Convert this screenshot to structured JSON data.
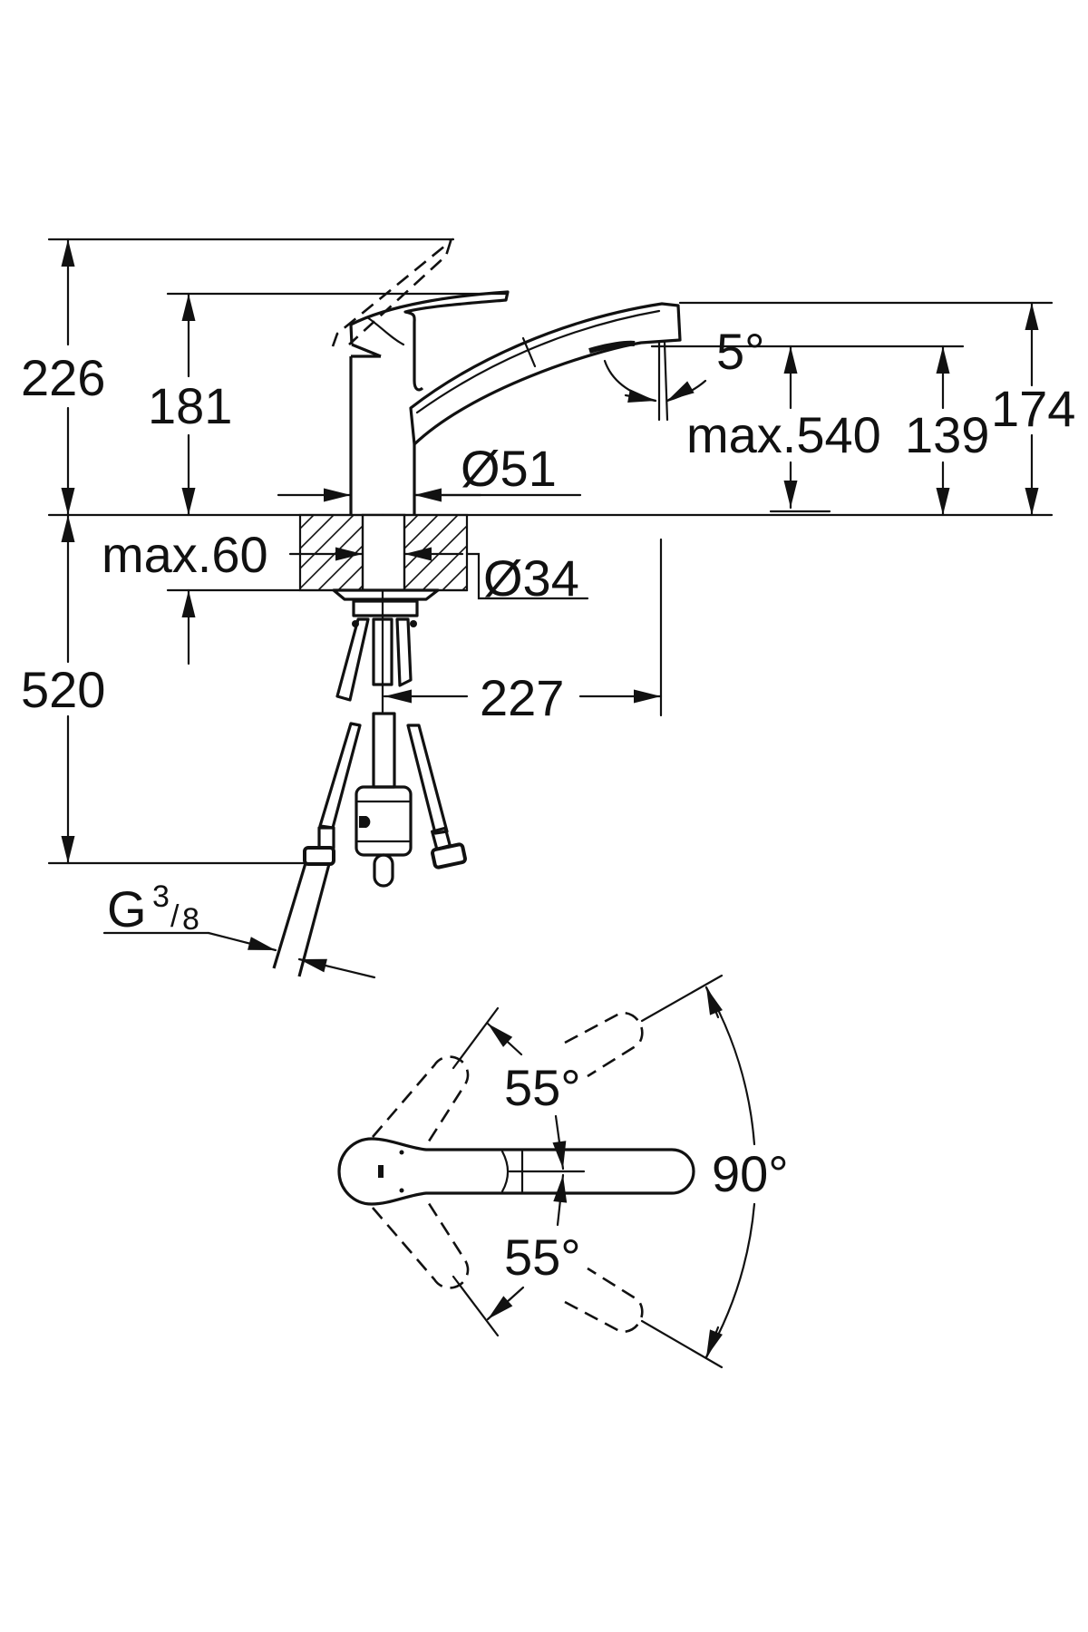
{
  "side_view": {
    "height_lever_raised": "226",
    "height_lever": "181",
    "height_spout_top": "174",
    "height_outlet": "139",
    "pull_out_length": "max.540",
    "spray_angle": "5°",
    "body_diameter": "Ø51",
    "counter_thickness": "max.60",
    "hole_diameter": "Ø34",
    "hose_length": "520",
    "spout_reach": "227",
    "connection_thread": {
      "letter": "G",
      "numerator": "3",
      "slash": "/",
      "denominator": "8"
    }
  },
  "top_view": {
    "angle_left": "55°",
    "angle_right": "55°",
    "angle_total": "90°"
  },
  "colors": {
    "line": "#111111",
    "background": "#ffffff"
  }
}
